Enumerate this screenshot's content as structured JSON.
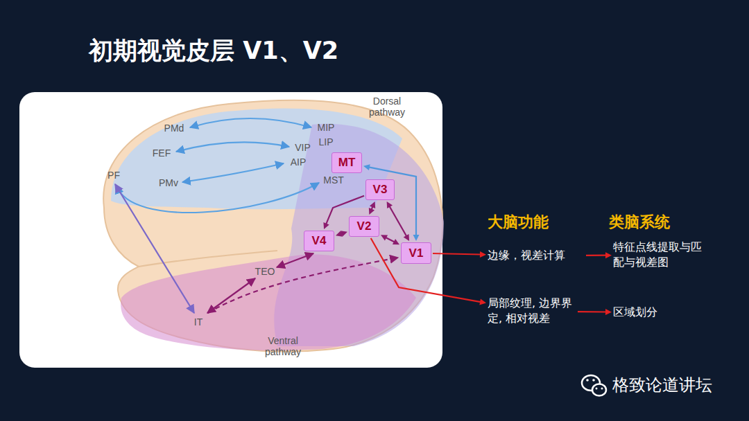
{
  "diagram": {
    "title": "初期视觉皮层 V1、V2",
    "nodes": [
      {
        "text": [
          "MT"
        ]
      },
      {
        "text": [
          "V3"
        ]
      },
      {
        "text": [
          "V2"
        ]
      },
      {
        "text": [
          "V4"
        ]
      },
      {
        "text": [
          "V1"
        ]
      },
      {
        "text": [
          "边缘，视差计算"
        ]
      },
      {
        "text": [
          "特征点线提取与匹配与视差图"
        ]
      },
      {
        "text": [
          "局部纹理, 边界界定, 相对视差"
        ]
      },
      {
        "text": [
          "区域划分"
        ]
      }
    ],
    "edges": [
      {
        "from": 3,
        "to": 2,
        "arrow": "both"
      },
      {
        "from": 2,
        "to": 4,
        "arrow": "both"
      },
      {
        "from": 1,
        "to": 3,
        "arrow": "to"
      },
      {
        "from": 1,
        "to": 2,
        "arrow": "both"
      },
      {
        "from": 1,
        "to": 4,
        "arrow": "both"
      },
      {
        "from": 0,
        "to": 4,
        "arrow": "both"
      },
      {
        "from": 4,
        "to": 5,
        "arrow": "to"
      },
      {
        "from": 5,
        "to": 6,
        "arrow": "to"
      },
      {
        "from": 2,
        "to": 7,
        "arrow": "to"
      },
      {
        "from": 7,
        "to": 8,
        "arrow": "to"
      }
    ],
    "labels": [
      "PMd",
      "FEF",
      "PF",
      "PMv",
      "MIP",
      "LIP",
      "VIP",
      "AIP",
      "MST",
      "TEO",
      "IT",
      "Dorsal pathway",
      "Ventral pathway",
      "大脑功能",
      "类脑系统",
      "格致论道讲坛"
    ]
  }
}
